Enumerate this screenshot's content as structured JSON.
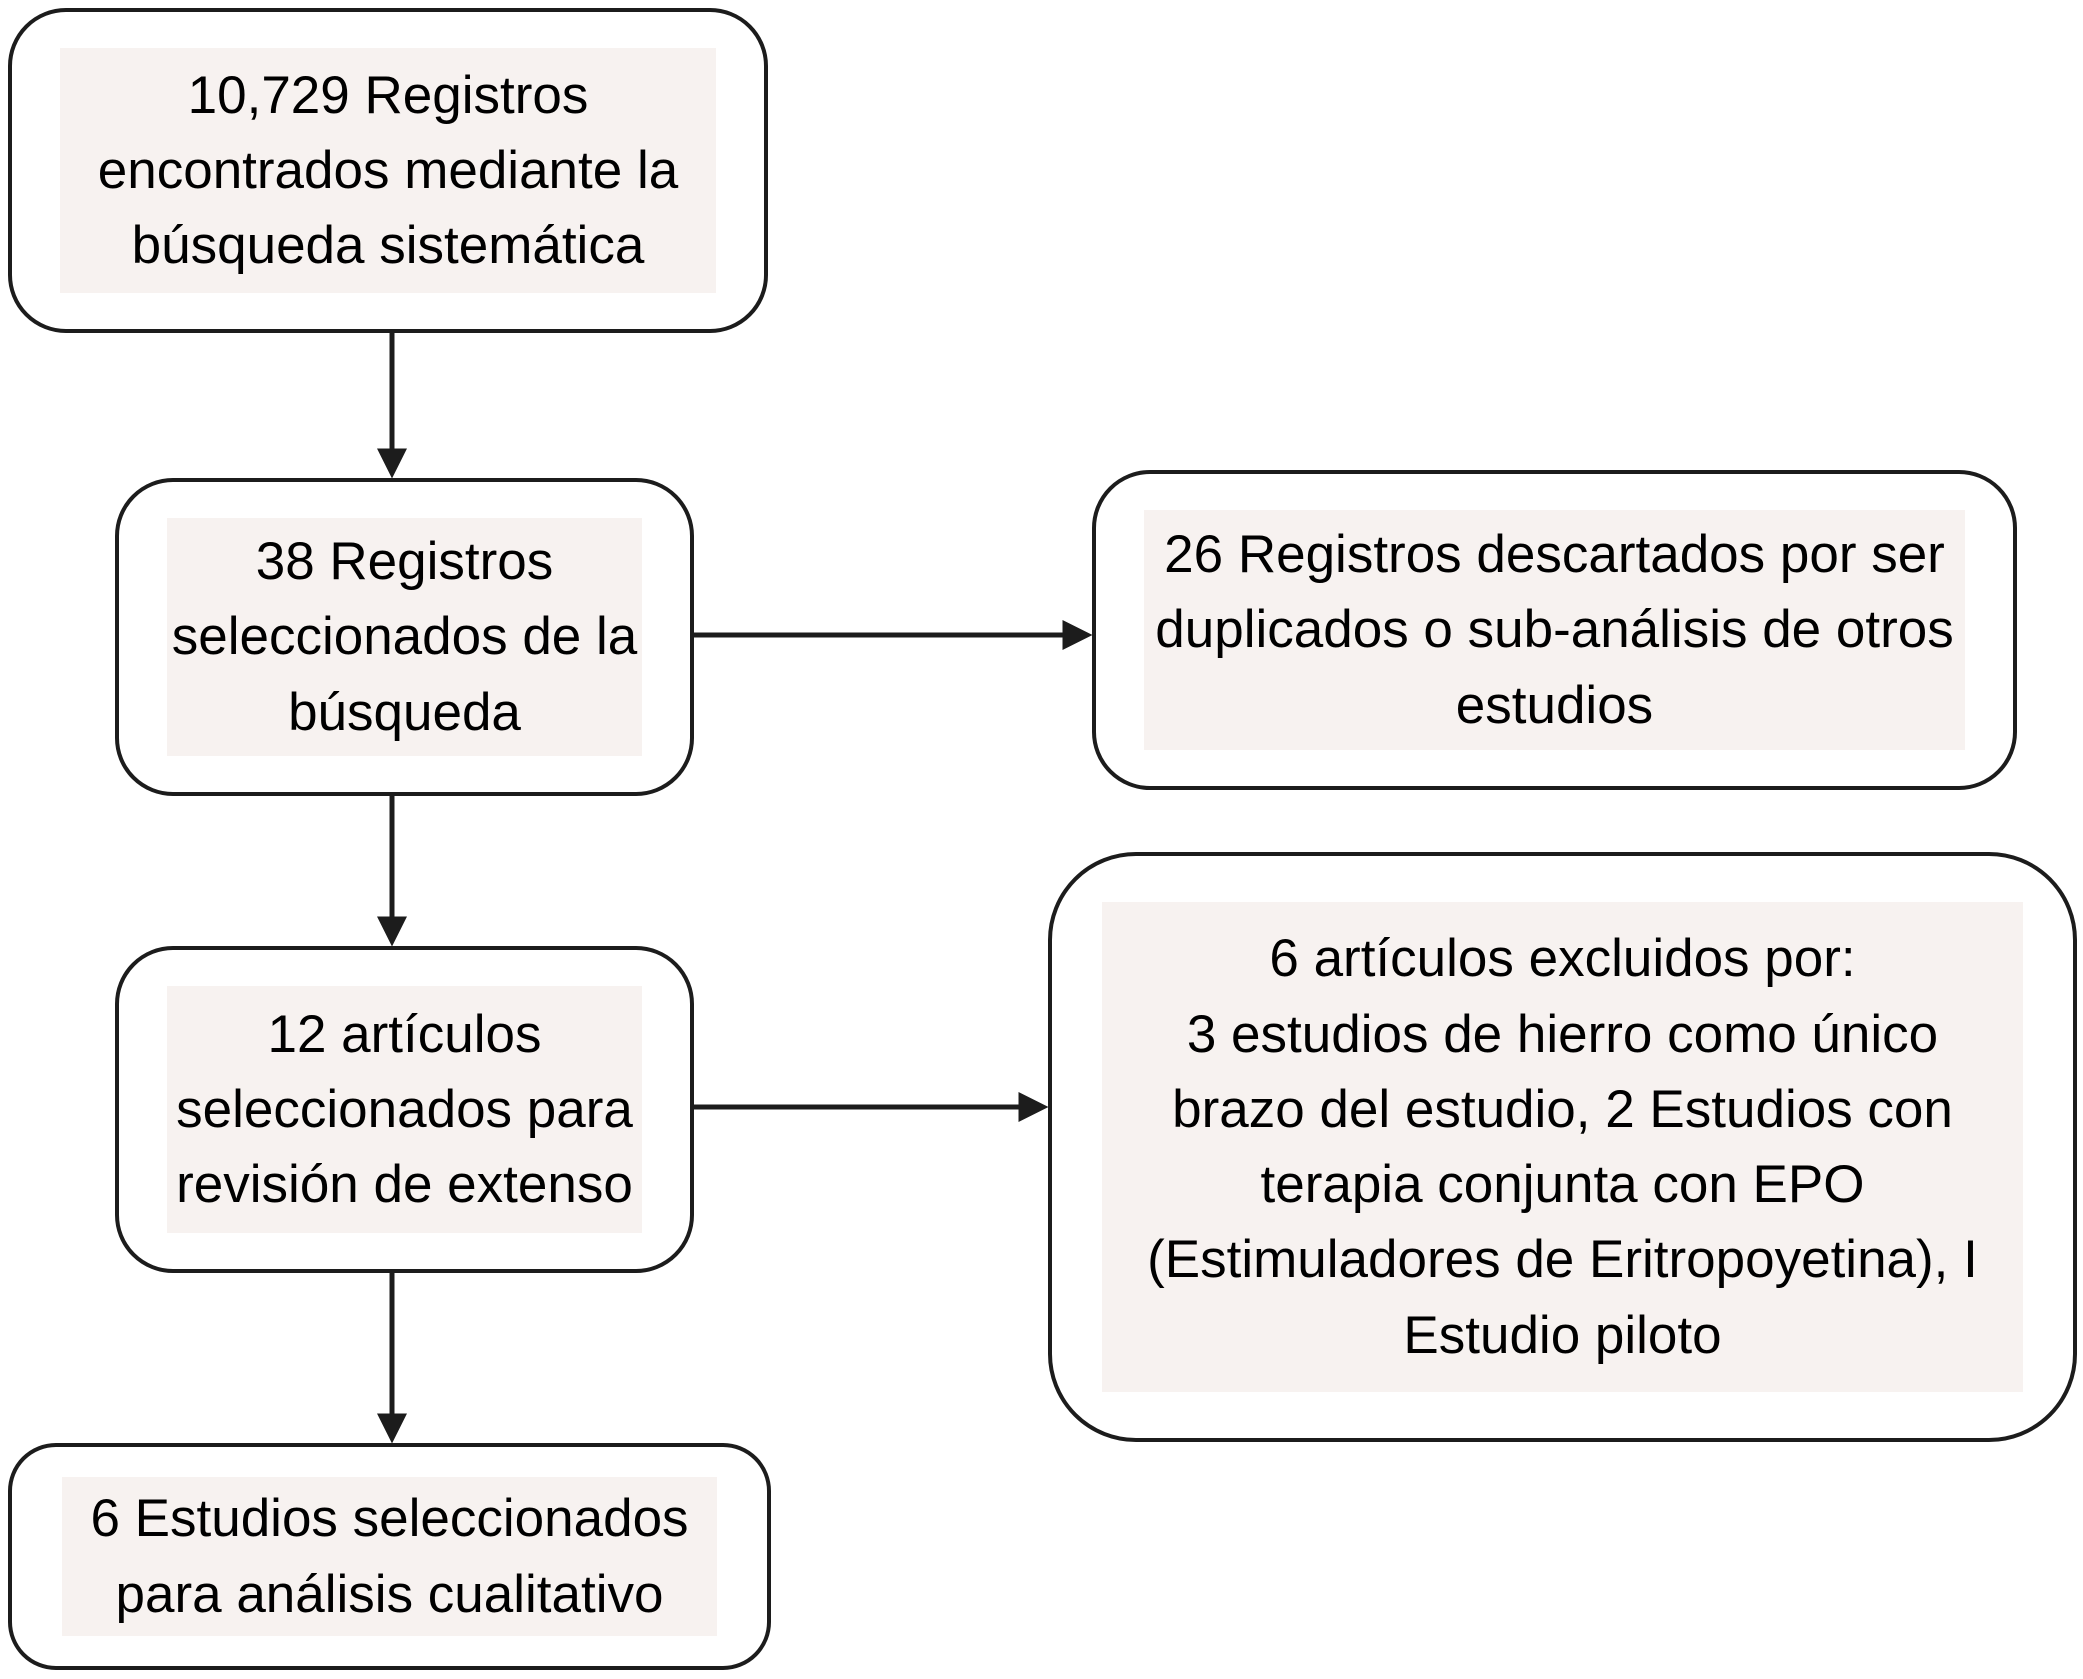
{
  "flowchart": {
    "nodes": {
      "records_found": {
        "text": "10,729 Registros\nencontrados mediante la\nbúsqueda sistemática"
      },
      "records_selected": {
        "text": "38 Registros\nseleccionados de la\nbúsqueda"
      },
      "records_discarded": {
        "text": "26 Registros descartados por ser\nduplicados o sub-análisis de otros\nestudios"
      },
      "articles_fulltext": {
        "text": "12 artículos\nseleccionados para\nrevisión de extenso"
      },
      "articles_excluded": {
        "text": "6 artículos excluidos por:\n3 estudios de hierro como único\nbrazo del estudio, 2 Estudios con\nterapia conjunta con EPO\n(Estimuladores de Eritropoyetina), I\nEstudio piloto"
      },
      "studies_included": {
        "text": "6 Estudios seleccionados\npara análisis cualitativo"
      }
    },
    "edges": [
      {
        "from": "records_found",
        "to": "records_selected",
        "direction": "down"
      },
      {
        "from": "records_selected",
        "to": "records_discarded",
        "direction": "right"
      },
      {
        "from": "records_selected",
        "to": "articles_fulltext",
        "direction": "down"
      },
      {
        "from": "articles_fulltext",
        "to": "articles_excluded",
        "direction": "right"
      },
      {
        "from": "articles_fulltext",
        "to": "studies_included",
        "direction": "down"
      }
    ],
    "colors": {
      "border": "#1c1c1c",
      "arrow": "#1c1c1c",
      "panel_fill": "#f7f2f0",
      "node_fill": "#ffffff",
      "text": "#000000",
      "background": "#ffffff"
    }
  }
}
